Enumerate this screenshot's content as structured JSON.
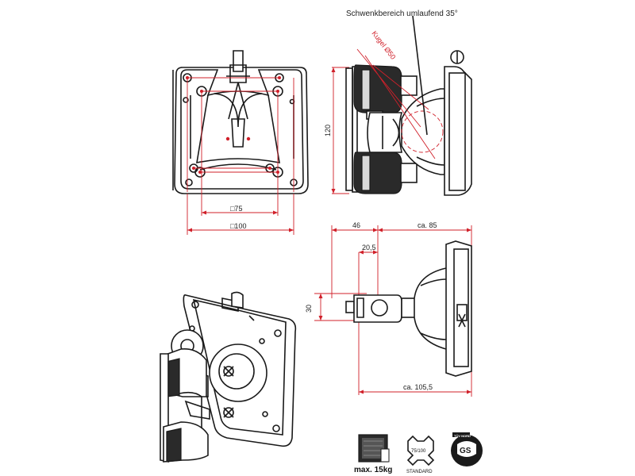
{
  "labels": {
    "swivel_range": "Schwenkbereich umlaufend 35°",
    "ball": "Kugel Ø50",
    "dim_120": "120",
    "dim_sq75": "□75",
    "dim_sq100": "□100",
    "dim_46": "46",
    "dim_85": "ca. 85",
    "dim_20_5": "20,5",
    "dim_30": "30",
    "dim_105_5": "ca. 105,5"
  },
  "badges": {
    "max_load": "max. 15kg",
    "vesa_values": "75/100",
    "vesa_label": "STANDARD",
    "tuv_label": "TÜV NORD",
    "gs_label": "GS"
  },
  "colors": {
    "line": "#1a1a1a",
    "dimension_accent": "#d0202a",
    "dark_fill": "#2a2a2a",
    "grey_fill": "#d9d9d9"
  }
}
